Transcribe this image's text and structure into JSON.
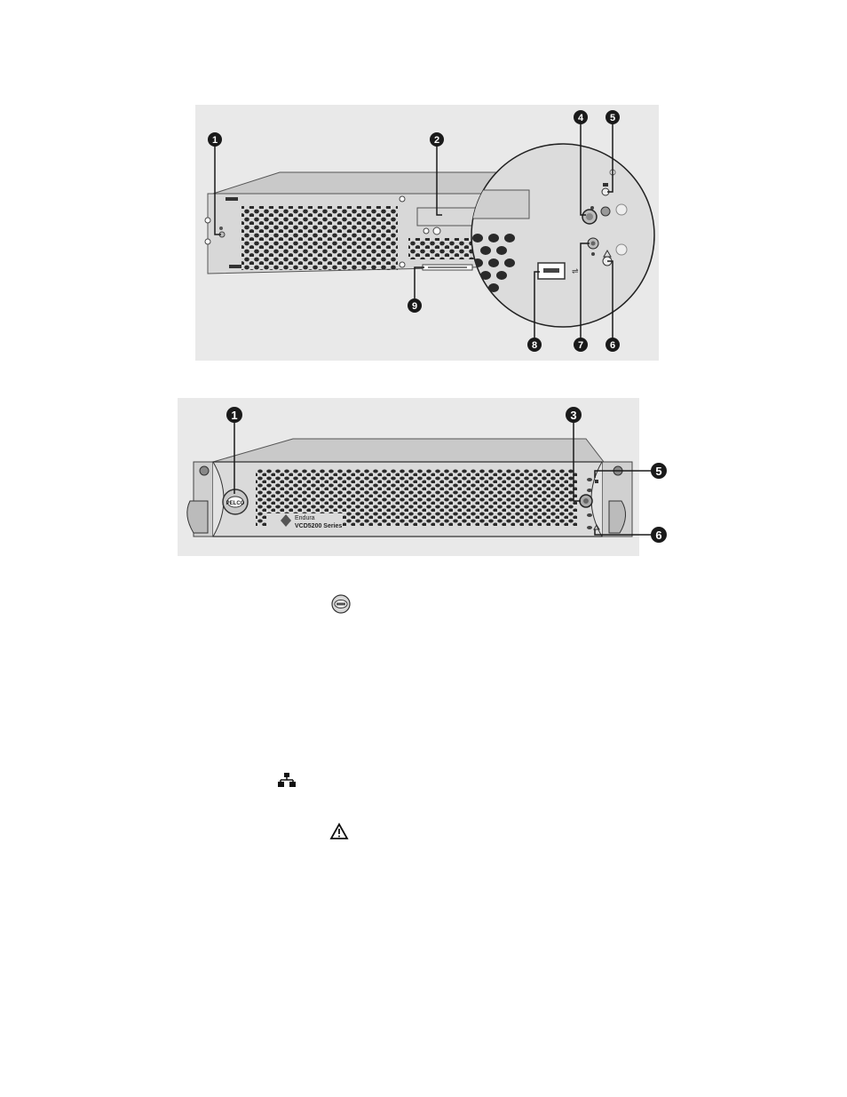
{
  "figure_top": {
    "callouts": [
      "1",
      "2",
      "4",
      "5",
      "6",
      "7",
      "8",
      "9"
    ]
  },
  "figure_bottom": {
    "callouts": [
      "1",
      "3",
      "5",
      "6"
    ],
    "bezel": {
      "brand_line1": "Endura",
      "brand_line2": "VCD5200 Series",
      "logo_text": "PELCO"
    }
  },
  "inline_icons": {
    "logo_icon": "pelco-logo-icon",
    "network_icon": "network-icon",
    "warning_icon": "warning-triangle-icon"
  },
  "colors": {
    "panel_bg": "#e8e8e8",
    "chassis": "#d4d4d4",
    "callout": "#1a1a1a"
  }
}
